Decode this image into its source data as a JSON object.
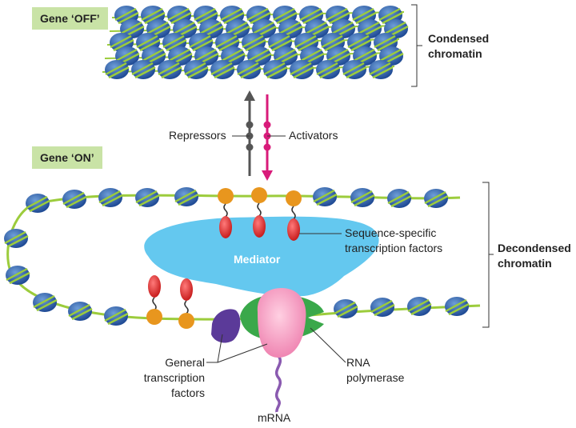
{
  "state_off": {
    "label": "Gene ‘OFF’"
  },
  "state_on": {
    "label": "Gene ‘ON’"
  },
  "condensed": {
    "line1": "Condensed",
    "line2": "chromatin"
  },
  "decondensed": {
    "line1": "Decondensed",
    "line2": "chromatin"
  },
  "repressors": "Repressors",
  "activators": "Activators",
  "seq_tf": {
    "line1": "Sequence-specific",
    "line2": "transcription factors"
  },
  "mediator": "Mediator",
  "general_tf": {
    "line1": "General",
    "line2": "transcription",
    "line3": "factors"
  },
  "rna_pol": {
    "line1": "RNA",
    "line2": "polymerase"
  },
  "mrna": "mRNA",
  "colors": {
    "dna_strand": "#9ccc3c",
    "nucleosome": "#2c5aa6",
    "nucleosome_light": "#5c8fd0",
    "repressor_arrow": "#555555",
    "activator_arrow": "#d81b7a",
    "mediator": "#64c8ef",
    "seq_tf_red": "#e53935",
    "seq_tf_orange": "#e8961e",
    "general_tf_purple": "#5b3a99",
    "rna_pol_green": "#3aa84a",
    "rna_pol_pink": "#f18ab2",
    "mrna": "#8a5ab0",
    "label_bg": "#c9e3a6"
  }
}
